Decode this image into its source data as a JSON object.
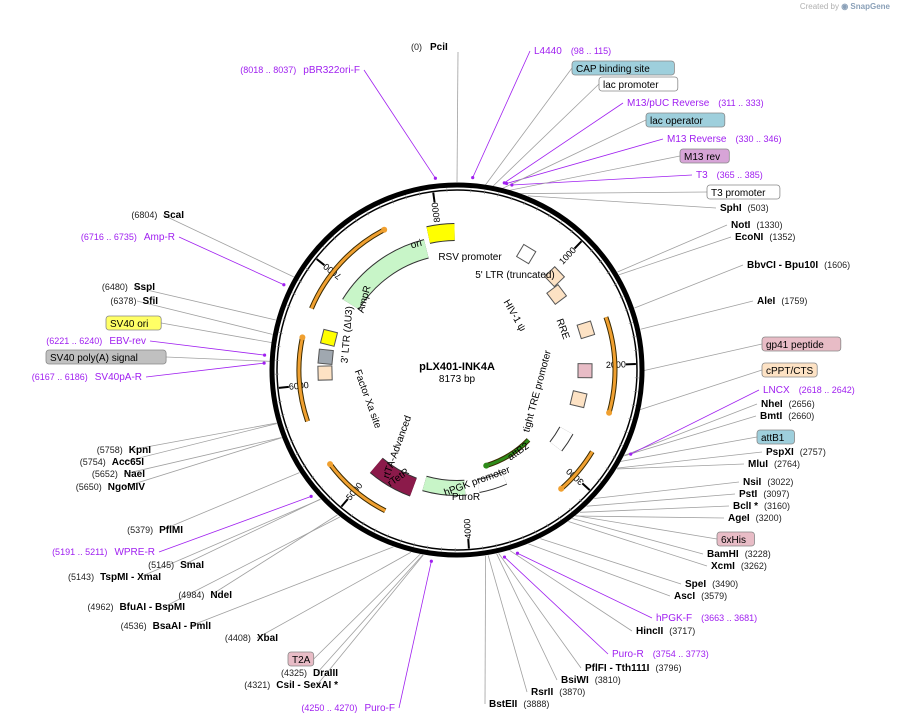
{
  "watermark": {
    "prefix": "Created by",
    "brand": "SnapGene"
  },
  "plasmid": {
    "name": "pLX401-INK4A",
    "size": "8173 bp",
    "length": 8173
  },
  "ticks": [
    "1000",
    "2000",
    "3000",
    "4000",
    "5000",
    "6000",
    "7000",
    "8000"
  ],
  "enzymes": [
    {
      "name": "PciI",
      "pos": "(0)",
      "bp": 0
    },
    {
      "name": "SphI",
      "pos": "(503)",
      "bp": 503
    },
    {
      "name": "NotI",
      "pos": "(1330)",
      "bp": 1330
    },
    {
      "name": "EcoNI",
      "pos": "(1352)",
      "bp": 1352
    },
    {
      "name": "BbvCI - Bpu10I",
      "pos": "(1606)",
      "bp": 1606
    },
    {
      "name": "AleI",
      "pos": "(1759)",
      "bp": 1759
    },
    {
      "name": "NheI",
      "pos": "(2656)",
      "bp": 2656
    },
    {
      "name": "BmtI",
      "pos": "(2660)",
      "bp": 2660
    },
    {
      "name": "PspXI",
      "pos": "(2757)",
      "bp": 2757
    },
    {
      "name": "MluI",
      "pos": "(2764)",
      "bp": 2764
    },
    {
      "name": "NsiI",
      "pos": "(3022)",
      "bp": 3022
    },
    {
      "name": "PstI",
      "pos": "(3097)",
      "bp": 3097
    },
    {
      "name": "BclI *",
      "pos": "(3160)",
      "bp": 3160
    },
    {
      "name": "AgeI",
      "pos": "(3200)",
      "bp": 3200
    },
    {
      "name": "BamHI",
      "pos": "(3228)",
      "bp": 3228
    },
    {
      "name": "XcmI",
      "pos": "(3262)",
      "bp": 3262
    },
    {
      "name": "SpeI",
      "pos": "(3490)",
      "bp": 3490
    },
    {
      "name": "AscI",
      "pos": "(3579)",
      "bp": 3579
    },
    {
      "name": "HincII",
      "pos": "(3717)",
      "bp": 3717
    },
    {
      "name": "PflFI - Tth111I",
      "pos": "(3796)",
      "bp": 3796
    },
    {
      "name": "BsiWI",
      "pos": "(3810)",
      "bp": 3810
    },
    {
      "name": "RsrII",
      "pos": "(3870)",
      "bp": 3870
    },
    {
      "name": "BstEII",
      "pos": "(3888)",
      "bp": 3888
    },
    {
      "name": "CsiI - SexAI *",
      "pos": "(4321)",
      "bp": 4321
    },
    {
      "name": "DraIII",
      "pos": "(4325)",
      "bp": 4325
    },
    {
      "name": "XbaI",
      "pos": "(4408)",
      "bp": 4408
    },
    {
      "name": "BsaAI - PmlI",
      "pos": "(4536)",
      "bp": 4536
    },
    {
      "name": "BfuAI - BspMI",
      "pos": "(4962)",
      "bp": 4962
    },
    {
      "name": "NdeI",
      "pos": "(4984)",
      "bp": 4984
    },
    {
      "name": "TspMI - XmaI",
      "pos": "(5143)",
      "bp": 5143
    },
    {
      "name": "SmaI",
      "pos": "(5145)",
      "bp": 5145
    },
    {
      "name": "PflMI",
      "pos": "(5379)",
      "bp": 5379
    },
    {
      "name": "NgoMIV",
      "pos": "(5650)",
      "bp": 5650
    },
    {
      "name": "NaeI",
      "pos": "(5652)",
      "bp": 5652
    },
    {
      "name": "Acc65I",
      "pos": "(5754)",
      "bp": 5754
    },
    {
      "name": "KpnI",
      "pos": "(5758)",
      "bp": 5758
    },
    {
      "name": "SfiI",
      "pos": "(6378)",
      "bp": 6378
    },
    {
      "name": "SspI",
      "pos": "(6480)",
      "bp": 6480
    },
    {
      "name": "ScaI",
      "pos": "(6804)",
      "bp": 6804
    }
  ],
  "primers": [
    {
      "name": "L4440",
      "pos": "(98 .. 115)",
      "bp": 106
    },
    {
      "name": "M13/pUC Reverse",
      "pos": "(311 .. 333)",
      "bp": 322
    },
    {
      "name": "M13 Reverse",
      "pos": "(330 .. 346)",
      "bp": 338
    },
    {
      "name": "T3",
      "pos": "(365 .. 385)",
      "bp": 375
    },
    {
      "name": "LNCX",
      "pos": "(2618 .. 2642)",
      "bp": 2630
    },
    {
      "name": "hPGK-F",
      "pos": "(3663 .. 3681)",
      "bp": 3672
    },
    {
      "name": "Puro-R",
      "pos": "(3754 .. 3773)",
      "bp": 3763
    },
    {
      "name": "Puro-F",
      "pos": "(4250 .. 4270)",
      "bp": 4260
    },
    {
      "name": "WPRE-R",
      "pos": "(5191 .. 5211)",
      "bp": 5201
    },
    {
      "name": "SV40pA-R",
      "pos": "(6167 .. 6186)",
      "bp": 6176
    },
    {
      "name": "EBV-rev",
      "pos": "(6221 .. 6240)",
      "bp": 6230
    },
    {
      "name": "Amp-R",
      "pos": "(6716 .. 6735)",
      "bp": 6725
    },
    {
      "name": "pBR322ori-F",
      "pos": "(8018 .. 8037)",
      "bp": 8027
    }
  ],
  "boxed_labels": [
    {
      "name": "CAP binding site",
      "color": "#9ecfdc",
      "bp": 190
    },
    {
      "name": "lac promoter",
      "color": "#ffffff",
      "bp": 240
    },
    {
      "name": "lac operator",
      "color": "#9ecfdc",
      "bp": 300
    },
    {
      "name": "M13 rev",
      "color": "#d7a4d7",
      "bp": 340
    },
    {
      "name": "T3 promoter",
      "color": "#ffffff",
      "bp": 400
    },
    {
      "name": "gp41 peptide",
      "color": "#e8bcc6",
      "bp": 2050
    },
    {
      "name": "cPPT/CTS",
      "color": "#fde2c4",
      "bp": 2330
    },
    {
      "name": "attB1",
      "color": "#9ecfdc",
      "bp": 2720
    },
    {
      "name": "6xHis",
      "color": "#e8bcc6",
      "bp": 3215
    },
    {
      "name": "T2A",
      "color": "#e8bcc6",
      "bp": 4330
    },
    {
      "name": "SV40 ori",
      "color": "#ffff66",
      "bp": 6320
    },
    {
      "name": "SV40 poly(A) signal",
      "color": "#c0c0c0",
      "bp": 6190
    }
  ],
  "inner_labels": [
    "RSV promoter",
    "5' LTR (truncated)",
    "HIV-1 ψ",
    "RRE",
    "tight TRE promoter",
    "attB2",
    "hPGK promoter",
    "PuroR",
    "rtTA-Advanced",
    "rTetR",
    "Factor Xa site",
    "3' LTR (ΔU3)",
    "AmpR",
    "ori"
  ],
  "colors": {
    "enzyme_line": "#a0a0a0",
    "primer": "#a020f0",
    "orf": "#f0a030",
    "ori": "#ffff00",
    "ampr": "#c8f5c8",
    "rtetr": "#8b1a4a",
    "puro": "#c8f5c8",
    "ltr": "#fde2c4"
  }
}
